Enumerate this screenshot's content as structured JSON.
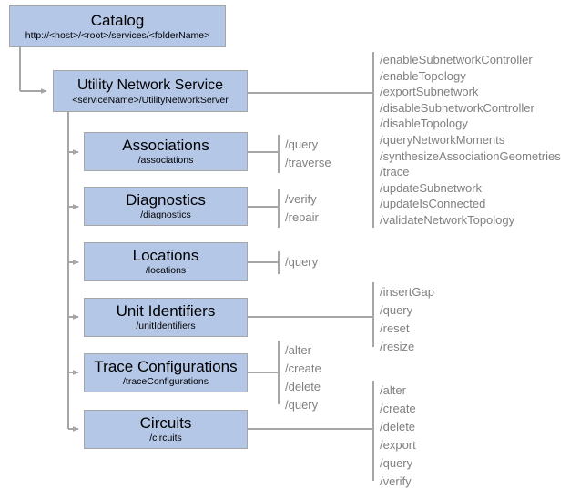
{
  "diagram": {
    "title": "Utility Network Service REST API endpoint hierarchy",
    "colors": {
      "node_fill": "#b4c7e7",
      "node_border": "#a6a6a6",
      "connector": "#a6a6a6",
      "operation_text": "#808080",
      "node_text": "#000000",
      "background": "#ffffff"
    }
  },
  "nodes": {
    "catalog": {
      "title": "Catalog",
      "path": "http://<host>/<root>/services/<folderName>"
    },
    "service": {
      "title": "Utility Network Service",
      "path": "<serviceName>/UtilityNetworkServer"
    },
    "associations": {
      "title": "Associations",
      "path": "/associations"
    },
    "diagnostics": {
      "title": "Diagnostics",
      "path": "/diagnostics"
    },
    "locations": {
      "title": "Locations",
      "path": "/locations"
    },
    "unit_identifiers": {
      "title": "Unit Identifiers",
      "path": "/unitIdentifiers"
    },
    "trace_configurations": {
      "title": "Trace Configurations",
      "path": "/traceConfigurations"
    },
    "circuits": {
      "title": "Circuits",
      "path": "/circuits"
    }
  },
  "operations": {
    "service": [
      "/enableSubnetworkController",
      "/enableTopology",
      "/exportSubnetwork",
      "/disableSubnetworkController",
      "/disableTopology",
      "/queryNetworkMoments",
      "/synthesizeAssociationGeometries",
      "/trace",
      "/updateSubnetwork",
      "/updateIsConnected",
      "/validateNetworkTopology"
    ],
    "associations": [
      "/query",
      "/traverse"
    ],
    "diagnostics": [
      "/verify",
      "/repair"
    ],
    "locations": [
      "/query"
    ],
    "unit_identifiers": [
      "/insertGap",
      "/query",
      "/reset",
      "/resize"
    ],
    "trace_configurations": [
      "/alter",
      "/create",
      "/delete",
      "/query"
    ],
    "circuits": [
      "/alter",
      "/create",
      "/delete",
      "/export",
      "/query",
      "/verify"
    ]
  }
}
